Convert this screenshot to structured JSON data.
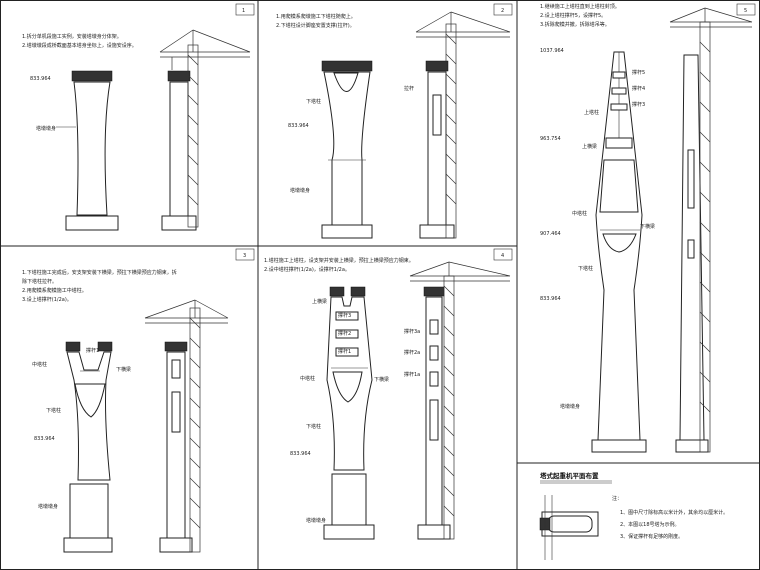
{
  "colors": {
    "line": "#222222",
    "background": "#ffffff",
    "hatch": "#333333"
  },
  "panels": [
    {
      "number": "1",
      "notes": [
        "1.拆分单机段施工实例，安装塔墩身分体架。",
        "2.塔墩墩段成桥截面基本塔身坐标上，设施安设序。"
      ],
      "labels": {
        "elev": "833.964",
        "base": "塔墩墩身"
      }
    },
    {
      "number": "2",
      "notes": [
        "1.用爬模系爬墩施工下塔柱随爬上。",
        "2.下塔柱设计脚座安置支撑(拉杆)。"
      ],
      "labels": {
        "lower_col": "下塔柱",
        "elev": "833.964",
        "tie": "拉杆",
        "base": "塔墩墩身"
      }
    },
    {
      "number": "3",
      "notes": [
        "1.下塔柱施工完成后，安支架安装下横梁，预拉下横梁预应力钢束，拆",
        "  除下塔柱拉杆。",
        "2.用爬模系爬模施工中塔柱。",
        "3.设上塔撑杆(1/2a)。"
      ],
      "labels": {
        "mid_col": "中塔柱",
        "strut": "撑杆1",
        "lower_beam": "下横梁",
        "lower_col": "下塔柱",
        "elev": "833.964",
        "base": "塔墩墩身"
      }
    },
    {
      "number": "4",
      "notes": [
        "1.塔柱施工上塔柱，设支架并安装上横梁，预拉上横梁预应力钢束。",
        "2.设中塔柱撑杆(1/2a)，设撑杆1/2a。"
      ],
      "labels": {
        "upper_beam": "上横梁",
        "strut3": "撑杆3",
        "strut2": "撑杆2",
        "strut1": "撑杆1",
        "mid_col": "中塔柱",
        "lower_beam": "下横梁",
        "lower_col": "下塔柱",
        "elev": "833.964",
        "base": "塔墩墩身",
        "s3a": "撑杆3a",
        "s2a": "撑杆2a",
        "s1a": "撑杆1a"
      }
    },
    {
      "number": "5",
      "notes": [
        "1.继续施工上塔柱直到上塔柱封顶。",
        "2.设上塔柱撑杆5，设撑杆5。",
        "3.拆除爬模并撤，拆除塔吊等。"
      ],
      "labels": {
        "top_elev": "1037.964",
        "strut5": "撑杆5",
        "strut4": "撑杆4",
        "strut3": "撑杆3",
        "upper_col": "上塔柱",
        "mid_elev": "963.754",
        "upper_beam": "上横梁",
        "mid_col": "中塔柱",
        "lower_elev": "907.464",
        "lower_beam": "下横梁",
        "lower_col": "下塔柱",
        "base_elev": "833.964",
        "base": "塔墩墩身"
      }
    }
  ],
  "crane_plan": {
    "title": "塔式起重机平面布置",
    "notes_head": "注：",
    "notes": [
      "1、图中尺寸除标高以米计外，其余均以厘米计。",
      "2、本图以18号塔为示例。",
      "3、保证撑杆有足够的刚度。"
    ]
  }
}
